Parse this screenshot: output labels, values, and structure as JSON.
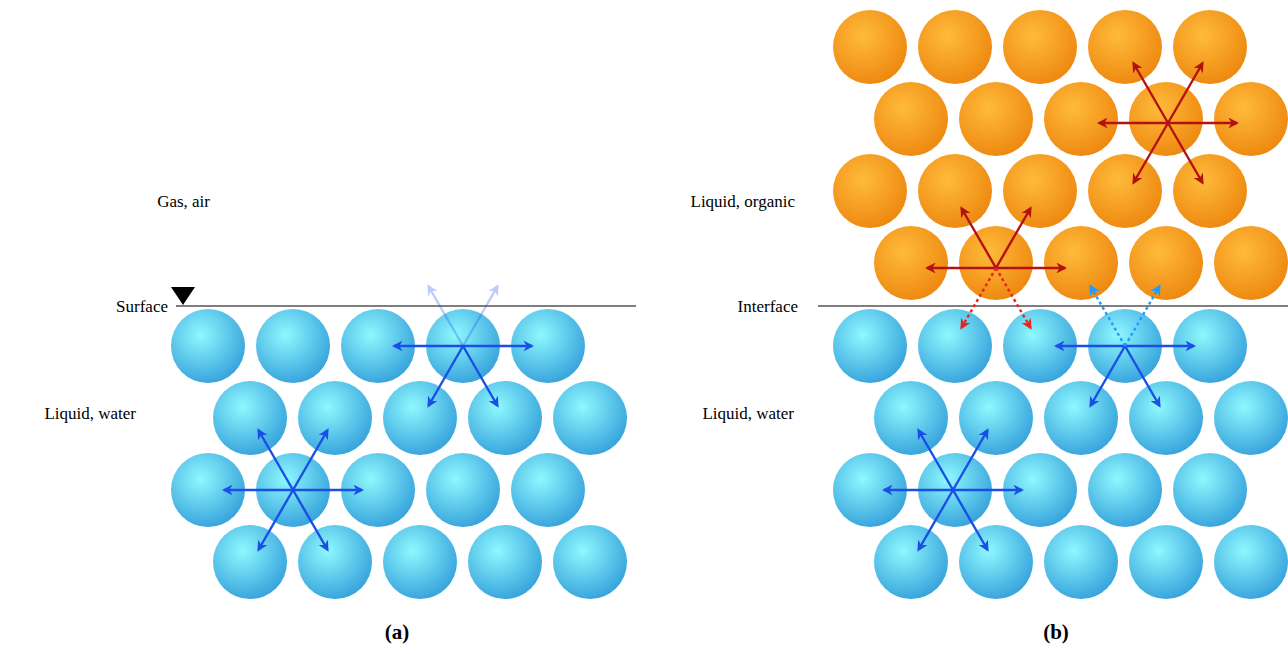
{
  "diagram": {
    "labels": [
      "Gas, air",
      "Surface",
      "Liquid, water",
      "(a)",
      "Liquid, organic",
      "Interface",
      "Liquid, water",
      "(b)"
    ]
  }
}
